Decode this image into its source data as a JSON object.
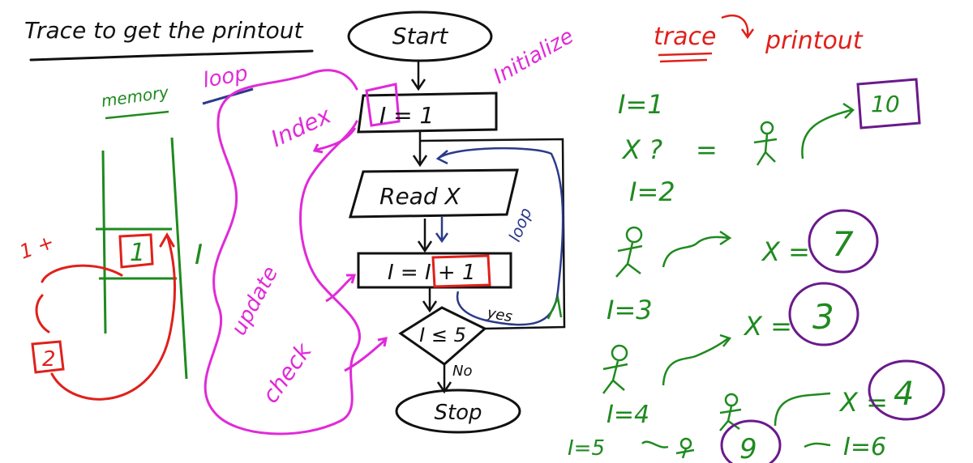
{
  "title": "Trace to get the printout",
  "trace_heading": {
    "trace": "trace",
    "printout": "printout"
  },
  "labels": {
    "initialize": "Initialize",
    "loop_top": "loop",
    "loop_side": "loop",
    "index": "Index",
    "update": "update",
    "check": "check",
    "memory": "memory",
    "yes": "yes",
    "no": "No",
    "plus_one": "1 +"
  },
  "flowchart": {
    "start": "Start",
    "init": "I = 1",
    "read": "Read X",
    "update": "I = I + 1",
    "condition": "I ≤ 5",
    "stop": "Stop"
  },
  "memory": {
    "var_name": "I",
    "cell_value": "1",
    "next_value": "2"
  },
  "trace": [
    {
      "step": "I=1",
      "read": "X ?",
      "eq": "=",
      "value": "10"
    },
    {
      "step": "I=2",
      "read": "X =",
      "value": "7"
    },
    {
      "step": "I=3",
      "read": "X =",
      "value": "3"
    },
    {
      "step": "I=4",
      "read": "X =",
      "value": "4"
    },
    {
      "step": "I=5",
      "value": "9"
    },
    {
      "step": "I=6"
    }
  ],
  "colors": {
    "black": "#111111",
    "green": "#1f8a1f",
    "red": "#e0201b",
    "magenta": "#e02ad8",
    "purple": "#6a1a8c",
    "navy": "#2b3a8a"
  }
}
